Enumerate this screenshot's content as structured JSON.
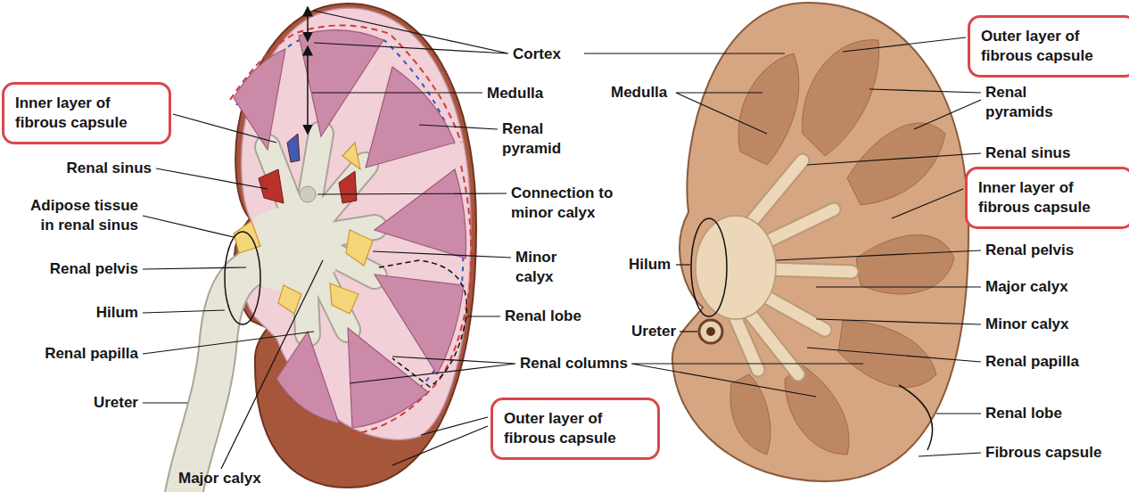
{
  "diagram": {
    "nodes": [
      {
        "text": [
          "Outer layer of fibrous capsule"
        ]
      },
      {
        "text": [
          "Inner layer of fibrous capsule"
        ]
      },
      {
        "text": [
          "Inner layer of fibrous capsule"
        ]
      },
      {
        "text": [
          "Outer layer of fibrous capsule"
        ]
      }
    ],
    "labels": [
      "Cortex",
      "Medulla",
      "Medulla",
      "Renal pyramids",
      "Renal pyramid",
      "Renal sinus",
      "Renal sinus",
      "Connection to minor calyx",
      "Adipose tissue in renal sinus",
      "Minor calyx",
      "Renal pelvis",
      "Hilum",
      "Renal pelvis",
      "Major calyx",
      "Hilum",
      "Renal lobe",
      "Ureter",
      "Minor calyx",
      "Renal papilla",
      "Renal columns",
      "Renal papilla",
      "Ureter",
      "Renal lobe",
      "Fibrous capsule",
      "Major calyx"
    ]
  }
}
